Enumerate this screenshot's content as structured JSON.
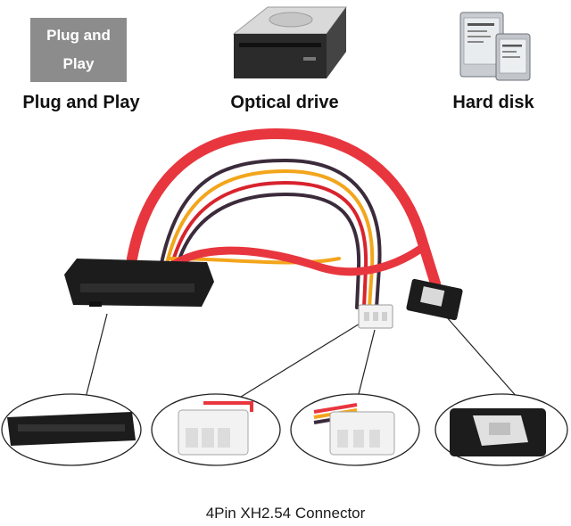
{
  "features": {
    "plug_badge": {
      "line1": "Plug and",
      "line2": "Play"
    },
    "items": [
      {
        "label": "Plug and Play",
        "icon": "plug-and-play-badge"
      },
      {
        "label": "Optical drive",
        "icon": "optical-drive-icon"
      },
      {
        "label": "Hard disk",
        "icon": "hard-disk-icon"
      }
    ]
  },
  "diagram": {
    "callouts": [
      {
        "name": "sata-power-connector-closeup"
      },
      {
        "name": "xh254-connector-closeup-back"
      },
      {
        "name": "xh254-connector-closeup-front"
      },
      {
        "name": "sata-latch-connector-closeup"
      }
    ],
    "colors": {
      "sata_red": "#e8363f",
      "wire_yellow": "#f3a51c",
      "wire_red": "#d8242d",
      "wire_black": "#3b2b3b",
      "connector_black": "#1c1c1c",
      "connector_white": "#f2f2f2"
    }
  },
  "footer": {
    "caption": "4Pin XH2.54 Connector"
  }
}
